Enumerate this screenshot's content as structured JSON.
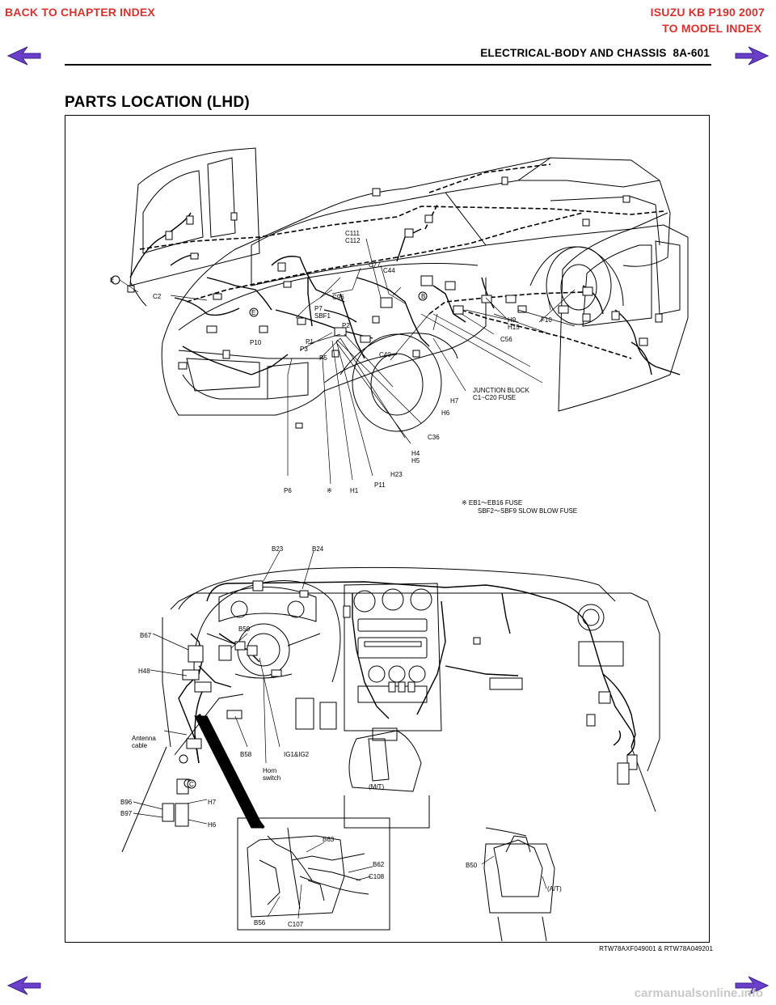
{
  "nav": {
    "back_to_chapter": "BACK TO CHAPTER INDEX",
    "model_title": "ISUZU KB P190 2007",
    "to_model_index": "TO MODEL INDEX",
    "link_color": "#d9312e",
    "arrow_color": "#6a3fc9",
    "arrow_icons": [
      "arrow-left-icon",
      "arrow-right-icon"
    ]
  },
  "header": {
    "section": "ELECTRICAL-BODY AND CHASSIS",
    "page": "8A-601"
  },
  "title": "PARTS LOCATION (LHD)",
  "diagram": {
    "vehicle_callouts": {
      "E_top": "E",
      "C2": "C2",
      "E_mid": "E",
      "C111": "C111",
      "C112": "C112",
      "C77": "C77",
      "C44": "C44",
      "C96": "C96",
      "B": "B",
      "P7": "P7",
      "SBF1": "SBF1",
      "P2": "P2",
      "P10": "P10",
      "P1": "P1",
      "P3": "P3",
      "P5": "P5",
      "C40": "C40",
      "H9": "H9",
      "H15": "H15",
      "F10": "F10",
      "C56": "C56",
      "junction_block": "JUNCTION BLOCK",
      "junction_fuse": "C1~C20 FUSE",
      "H7": "H7",
      "H6": "H6",
      "C36": "C36",
      "H4": "H4",
      "H5": "H5",
      "H23": "H23",
      "P11": "P11",
      "H1": "H1",
      "ref_mark": "※",
      "P6": "P6"
    },
    "fuse_note": {
      "line1": "※ EB1～EB16   FUSE",
      "line2": "SBF2～SBF9  SLOW BLOW FUSE"
    },
    "dash_callouts": {
      "B23": "B23",
      "B24": "B24",
      "B67": "B67",
      "B59": "B59",
      "H48": "H48",
      "antenna_1": "Antenna",
      "antenna_2": "cable",
      "B58": "B58",
      "IG": "IG1&IG2",
      "horn_1": "Horn",
      "horn_2": "switch",
      "C": "C",
      "B96": "B96",
      "B97": "B97",
      "H7": "H7",
      "H6": "H6",
      "MT": "(M/T)",
      "B63": "B63",
      "B62": "B62",
      "C108": "C108",
      "B56": "B56",
      "C107": "C107",
      "B50": "B50",
      "AT": "(A/T)"
    }
  },
  "figure_code": "RTW78AXF049001 & RTW78A049201",
  "watermark": "carmanualsonline.info"
}
